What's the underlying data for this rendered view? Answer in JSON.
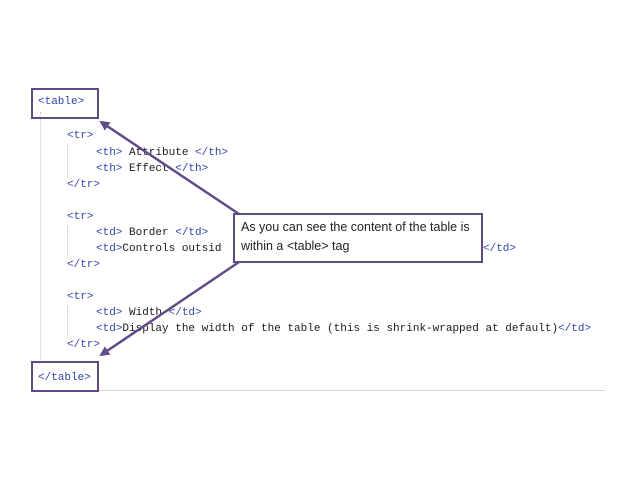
{
  "code_lines": {
    "l1": "<table>",
    "l2": "<tr>",
    "l3_open": "<th>",
    "l3_text": " Attribute ",
    "l3_close": "</th>",
    "l4_open": "<th>",
    "l4_text": " Effect ",
    "l4_close": "</th>",
    "l5": "</tr>",
    "l6": "<tr>",
    "l7_open": "<td>",
    "l7_text": " Border ",
    "l7_close": "</td>",
    "l8_open": "<td>",
    "l8_text": "Controls outsid",
    "l8_close": "</td>",
    "l9": "</tr>",
    "l10": "<tr>",
    "l11_open": "<td>",
    "l11_text": " Width ",
    "l11_close": "</td>",
    "l12_open": "<td>",
    "l12_text": "Display the width of the table (this is shrink-wrapped at default)",
    "l12_close": "</td>",
    "l13": "</tr>",
    "l14": "</table>"
  },
  "callout": {
    "text": "As you can see the content of the table is within a <table> tag"
  },
  "colors": {
    "accent": "#5f4b86",
    "tag": "#3344a6"
  }
}
